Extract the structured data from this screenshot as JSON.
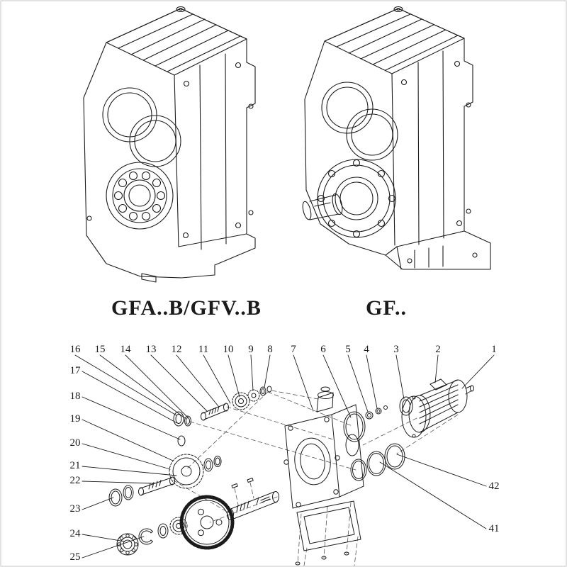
{
  "page": {
    "title": "Gear reducer technical drawing with exploded parts diagram"
  },
  "models": {
    "left_label": "GFA..B/GFV..B",
    "right_label": "GF.."
  },
  "callouts": {
    "top": [
      "16",
      "15",
      "14",
      "13",
      "12",
      "11",
      "10",
      "9",
      "8",
      "7",
      "6",
      "5",
      "4",
      "3",
      "2",
      "1"
    ],
    "left": [
      "17",
      "18",
      "19",
      "20",
      "21",
      "22",
      "23",
      "24",
      "25"
    ],
    "right": [
      "42",
      "41"
    ]
  }
}
